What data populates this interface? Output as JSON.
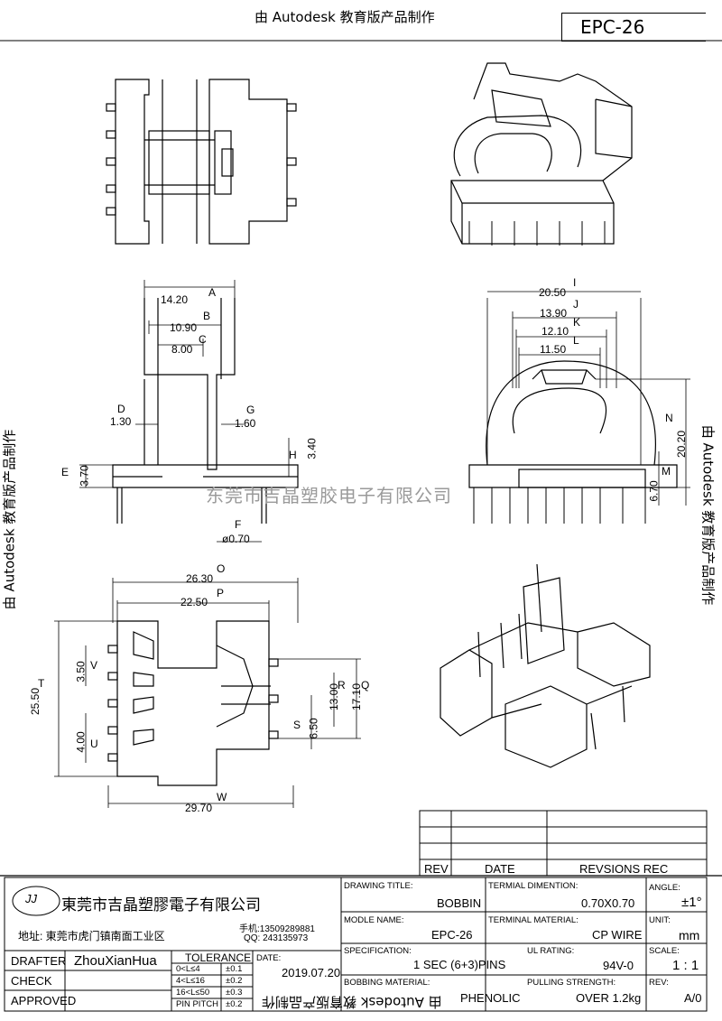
{
  "header": {
    "watermark": "由 Autodesk 教育版产品制作",
    "part_no": "EPC-26"
  },
  "center_watermark": "东莞市吉晶塑胶电子有限公司",
  "views": {
    "front": {
      "dims": [
        "14.20",
        "10.90",
        "8.00",
        "1.30",
        "1.60",
        "3.40",
        "3.70",
        "ø0.70"
      ],
      "letters": [
        "A",
        "B",
        "C",
        "D",
        "G",
        "H",
        "E",
        "F"
      ]
    },
    "side": {
      "dims": [
        "20.50",
        "13.90",
        "12.10",
        "11.50",
        "20.20",
        "6.70"
      ],
      "letters": [
        "I",
        "J",
        "K",
        "L",
        "N",
        "M"
      ]
    },
    "bottom": {
      "dims": [
        "26.30",
        "22.50",
        "3.50",
        "25.50",
        "4.00",
        "13.00",
        "17.10",
        "6.50",
        "29.70"
      ],
      "letters": [
        "O",
        "P",
        "V",
        "T",
        "U",
        "R",
        "Q",
        "S",
        "W"
      ]
    }
  },
  "revision_table": {
    "headers": [
      "REV",
      "DATE",
      "REVSIONS REC"
    ]
  },
  "title_block": {
    "logo": "JJ",
    "company": "東莞市吉晶塑膠電子有限公司",
    "address": "地址: 東莞市虎门镇南面工业区",
    "phone": "手机:13509289881",
    "qq": "QQ: 243135973",
    "drafter_label": "DRAFTER",
    "drafter": "ZhouXianHua",
    "check_label": "CHECK",
    "approved_label": "APPROVED",
    "tolerance_label": "TOLERANCE",
    "tolerance_rows": [
      {
        "range": "0<L≤4",
        "tol": "±0.1"
      },
      {
        "range": "4<L≤16",
        "tol": "±0.2"
      },
      {
        "range": "16<L≤50",
        "tol": "±0.3"
      },
      {
        "range": "PIN PITCH",
        "tol": "±0.2"
      }
    ],
    "date_label": "DATE:",
    "date": "2019.07.20",
    "drawing_title_label": "DRAWING TITLE:",
    "drawing_title": "BOBBIN",
    "terminal_dim_label": "TERMIAL DIMENTION:",
    "terminal_dim": "0.70X0.70",
    "angle_label": "ANGLE:",
    "angle": "±1°",
    "model_label": "MODLE NAME:",
    "model": "EPC-26",
    "terminal_mat_label": "TERMINAL MATERIAL:",
    "terminal_mat": "CP WIRE",
    "unit_label": "UNIT:",
    "unit": "mm",
    "spec_label": "SPECIFICATION:",
    "spec": "1 SEC (6+3)PINS",
    "ul_label": "UL RATING:",
    "ul": "94V-0",
    "scale_label": "SCALE:",
    "scale": "1 : 1",
    "bobbin_mat_label": "BOBBING MATERIAL:",
    "bobbin_mat": "PHENOLIC",
    "pull_label": "PULLING STRENGTH:",
    "pull": "OVER 1.2kg",
    "rev_label": "REV:",
    "rev": "A/0"
  }
}
